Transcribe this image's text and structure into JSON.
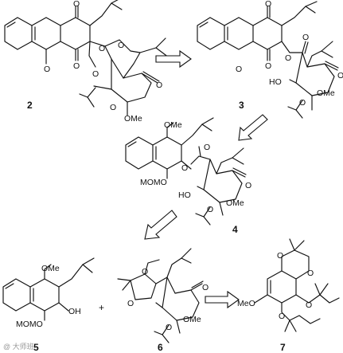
{
  "compounds": [
    {
      "id": "c2",
      "label": "2"
    },
    {
      "id": "c3",
      "label": "3"
    },
    {
      "id": "c4",
      "label": "4"
    },
    {
      "id": "c5",
      "label": "5"
    },
    {
      "id": "c6",
      "label": "6"
    },
    {
      "id": "c7",
      "label": "7"
    }
  ],
  "atoms": {
    "O": "O",
    "HO": "HO",
    "OMe": "OMe",
    "MeO": "MeO",
    "MOMO": "MOMO",
    "OH": "OH"
  },
  "plus_sign": "+",
  "watermark": "@ 大师班"
}
